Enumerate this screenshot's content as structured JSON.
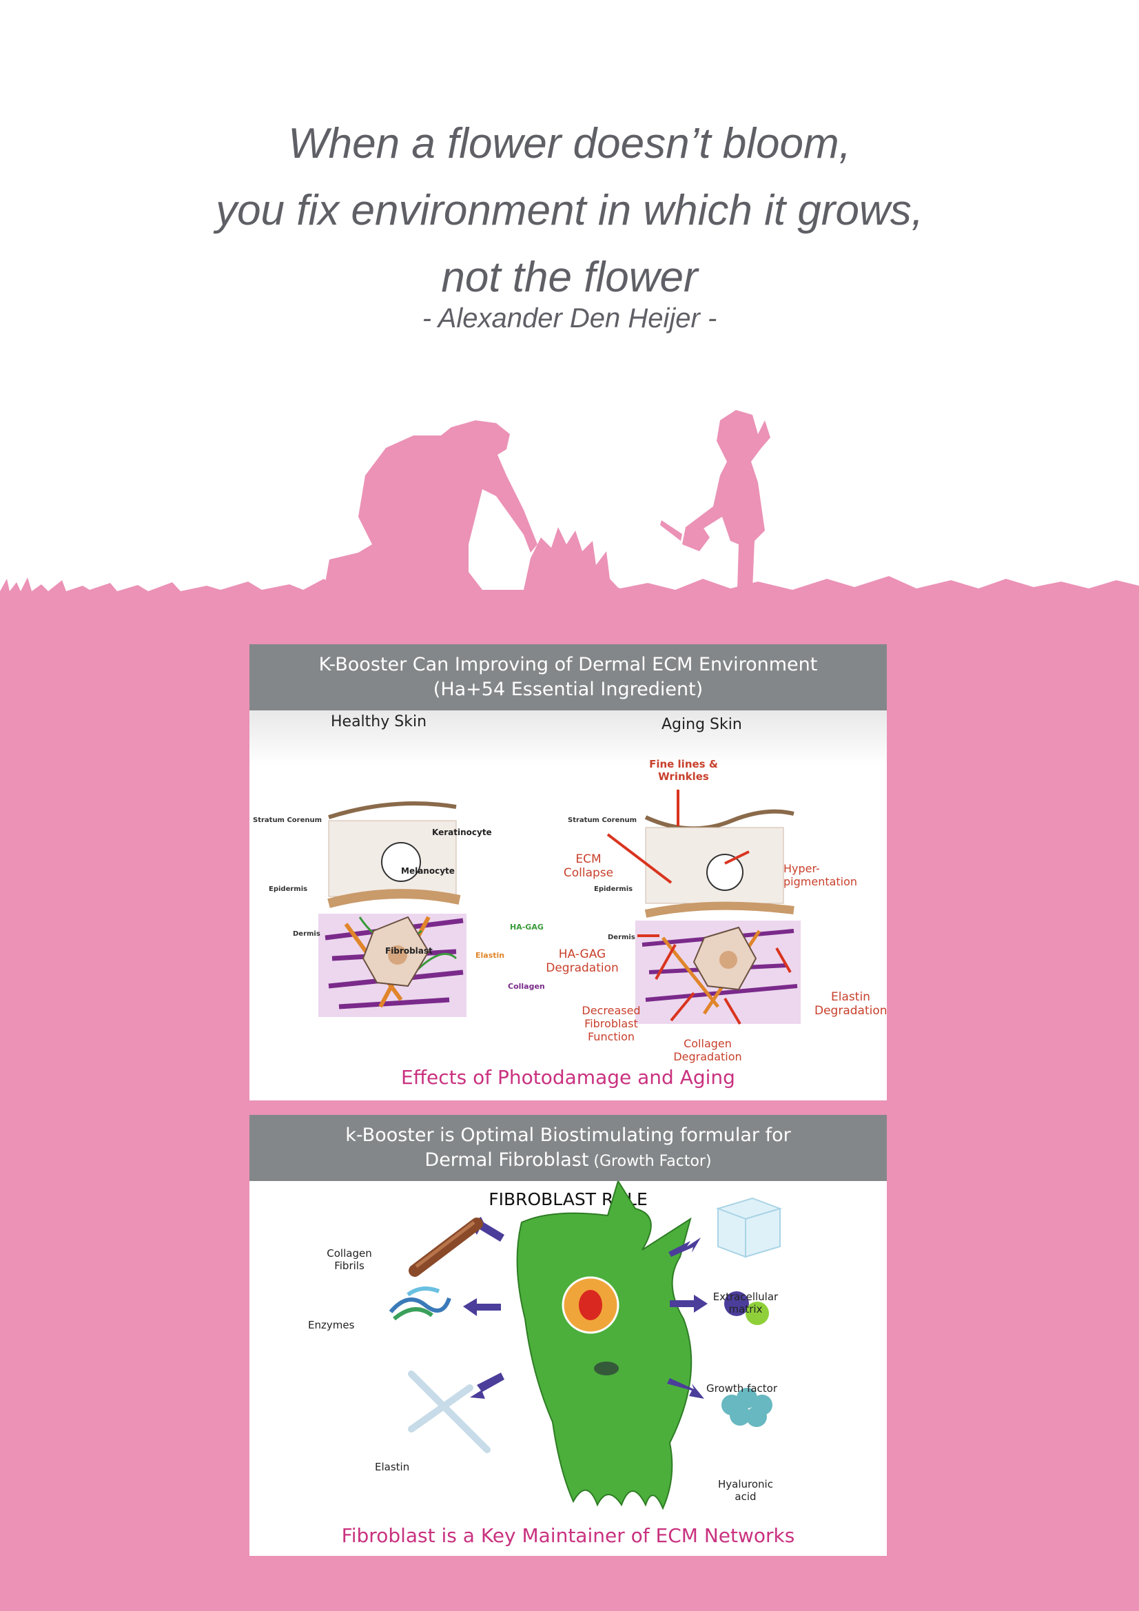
{
  "quote": {
    "lines": [
      "When a flower doesn’t bloom,",
      "you fix environment in which it grows,",
      "not the flower"
    ],
    "author": "- Alexander Den Heijer -"
  },
  "colors": {
    "pink": "#eb92b6",
    "header_gray": "#848789",
    "caption_magenta": "#c9317f",
    "annotation_red": "#c8402c",
    "cell_green": "#4caf3c"
  },
  "panel1": {
    "title": "K-Booster Can Improving of Dermal ECM Environment",
    "subtitle": "(Ha+54 Essential Ingredient)",
    "healthy": {
      "heading": "Healthy Skin",
      "labels": {
        "stratum": "Stratum Corenum",
        "keratinocyte": "Keratinocyte",
        "melanocyte": "Melanocyte",
        "epidermis": "Epidermis",
        "dermis": "Dermis",
        "fibroblast": "Fibroblast",
        "hagag": "HA-GAG",
        "elastin": "Elastin",
        "collagen": "Collagen"
      }
    },
    "aging": {
      "heading": "Aging Skin",
      "labels": {
        "stratum": "Stratum Corenum",
        "epidermis": "Epidermis",
        "dermis": "Dermis"
      },
      "annotations": {
        "fine_lines_1": "Fine lines &",
        "fine_lines_2": "Wrinkles",
        "ecm_1": "ECM",
        "ecm_2": "Collapse",
        "hyper_1": "Hyper-",
        "hyper_2": "pigmentation",
        "hagag_1": "HA-GAG",
        "hagag_2": "Degradation",
        "elastin_1": "Elastin",
        "elastin_2": "Degradation",
        "fibro_1": "Decreased",
        "fibro_2": "Fibroblast",
        "fibro_3": "Function",
        "collagen_1": "Collagen",
        "collagen_2": "Degradation"
      }
    },
    "caption": "Effects of  Photodamage and Aging"
  },
  "panel2": {
    "title": "k-Booster is Optimal Biostimulating formular for",
    "title2_main": "Dermal Fibroblast",
    "title2_small": " (Growth Factor)",
    "diagram_title": "FIBROBLAST ROLE",
    "items": {
      "collagen_1": "Collagen",
      "collagen_2": "Fibrils",
      "enzymes": "Enzymes",
      "elastin": "Elastin",
      "ecm_1": "Extracellular",
      "ecm_2": "matrix",
      "growth": "Growth factor",
      "ha_1": "Hyaluronic",
      "ha_2": "acid"
    },
    "caption": "Fibroblast is a Key Maintainer of ECM Networks"
  }
}
